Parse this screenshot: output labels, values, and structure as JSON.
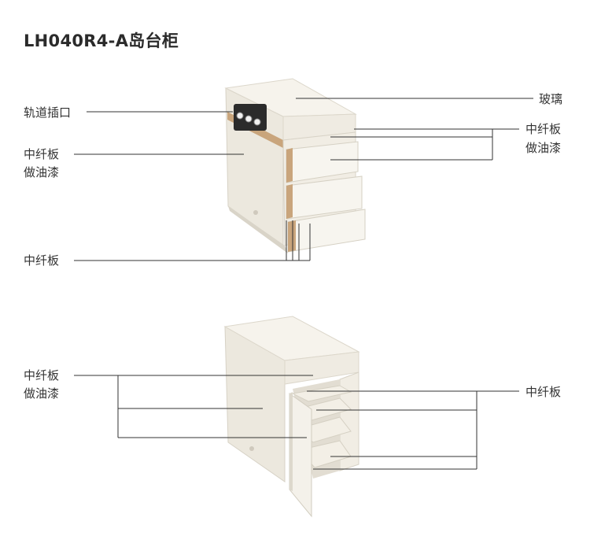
{
  "title": "LH040R4-A岛台柜",
  "cabinet_top": {
    "labels": {
      "glass": "玻璃",
      "track_socket": "轨道插口",
      "mdf_painted_left_line1": "中纤板",
      "mdf_painted_left_line2": "做油漆",
      "mdf_painted_right_line1": "中纤板",
      "mdf_painted_right_line2": "做油漆",
      "mdf_bottom": "中纤板"
    }
  },
  "cabinet_bottom": {
    "labels": {
      "mdf_painted_left_line1": "中纤板",
      "mdf_painted_left_line2": "做油漆",
      "mdf_right": "中纤板"
    }
  },
  "colors": {
    "cabinet_body": "#ede9df",
    "cabinet_light": "#f6f3ec",
    "cabinet_shadow": "#ddd8cc",
    "wood_strip": "#c9a57c",
    "leader_line": "#333333"
  }
}
